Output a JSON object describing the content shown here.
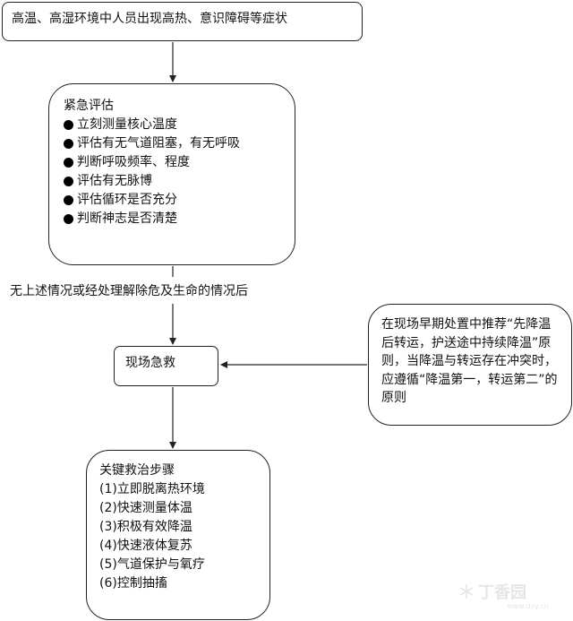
{
  "top_box": {
    "text": "高温、高湿环境中人员出现高热、意识障碍等症状"
  },
  "assessment": {
    "title": "紧急评估",
    "items": [
      "立刻测量核心温度",
      "评估有无气道阻塞，有无呼吸",
      "判断呼吸频率、程度",
      "评估有无脉博",
      "评估循环是否充分",
      "判断神志是否清楚"
    ]
  },
  "condition_note": "无上述情况或经处理解除危及生命的情况后",
  "onsite": {
    "label": "现场急救"
  },
  "side_note": {
    "text": "在现场早期处置中推荐“先降温后转运，护送途中持续降温”原则，当降温与转运存在冲突时，应遵循“降温第一，转运第二”的原则"
  },
  "key_steps": {
    "title": "关键救治步骤",
    "items": [
      "(1)立即脱离热环境",
      "(2)快速测量体温",
      "(3)积极有效降温",
      "(4)快速液体复苏",
      "(5)气道保护与氧疗",
      "(6)控制抽搐"
    ]
  },
  "watermark": {
    "text": "丁香园",
    "sub": "www.dxy.cn"
  }
}
